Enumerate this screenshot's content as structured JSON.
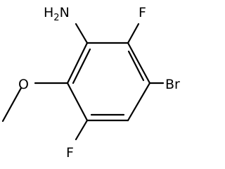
{
  "molecule": {
    "atoms": {
      "amine": {
        "main": "H",
        "sub": "2",
        "tail": "N"
      },
      "fluorine_top": "F",
      "bromine": "Br",
      "methoxy_oxygen": "O",
      "fluorine_bottom": "F"
    },
    "colors": {
      "bond": "#000000",
      "label": "#000000",
      "background": "#ffffff"
    }
  }
}
